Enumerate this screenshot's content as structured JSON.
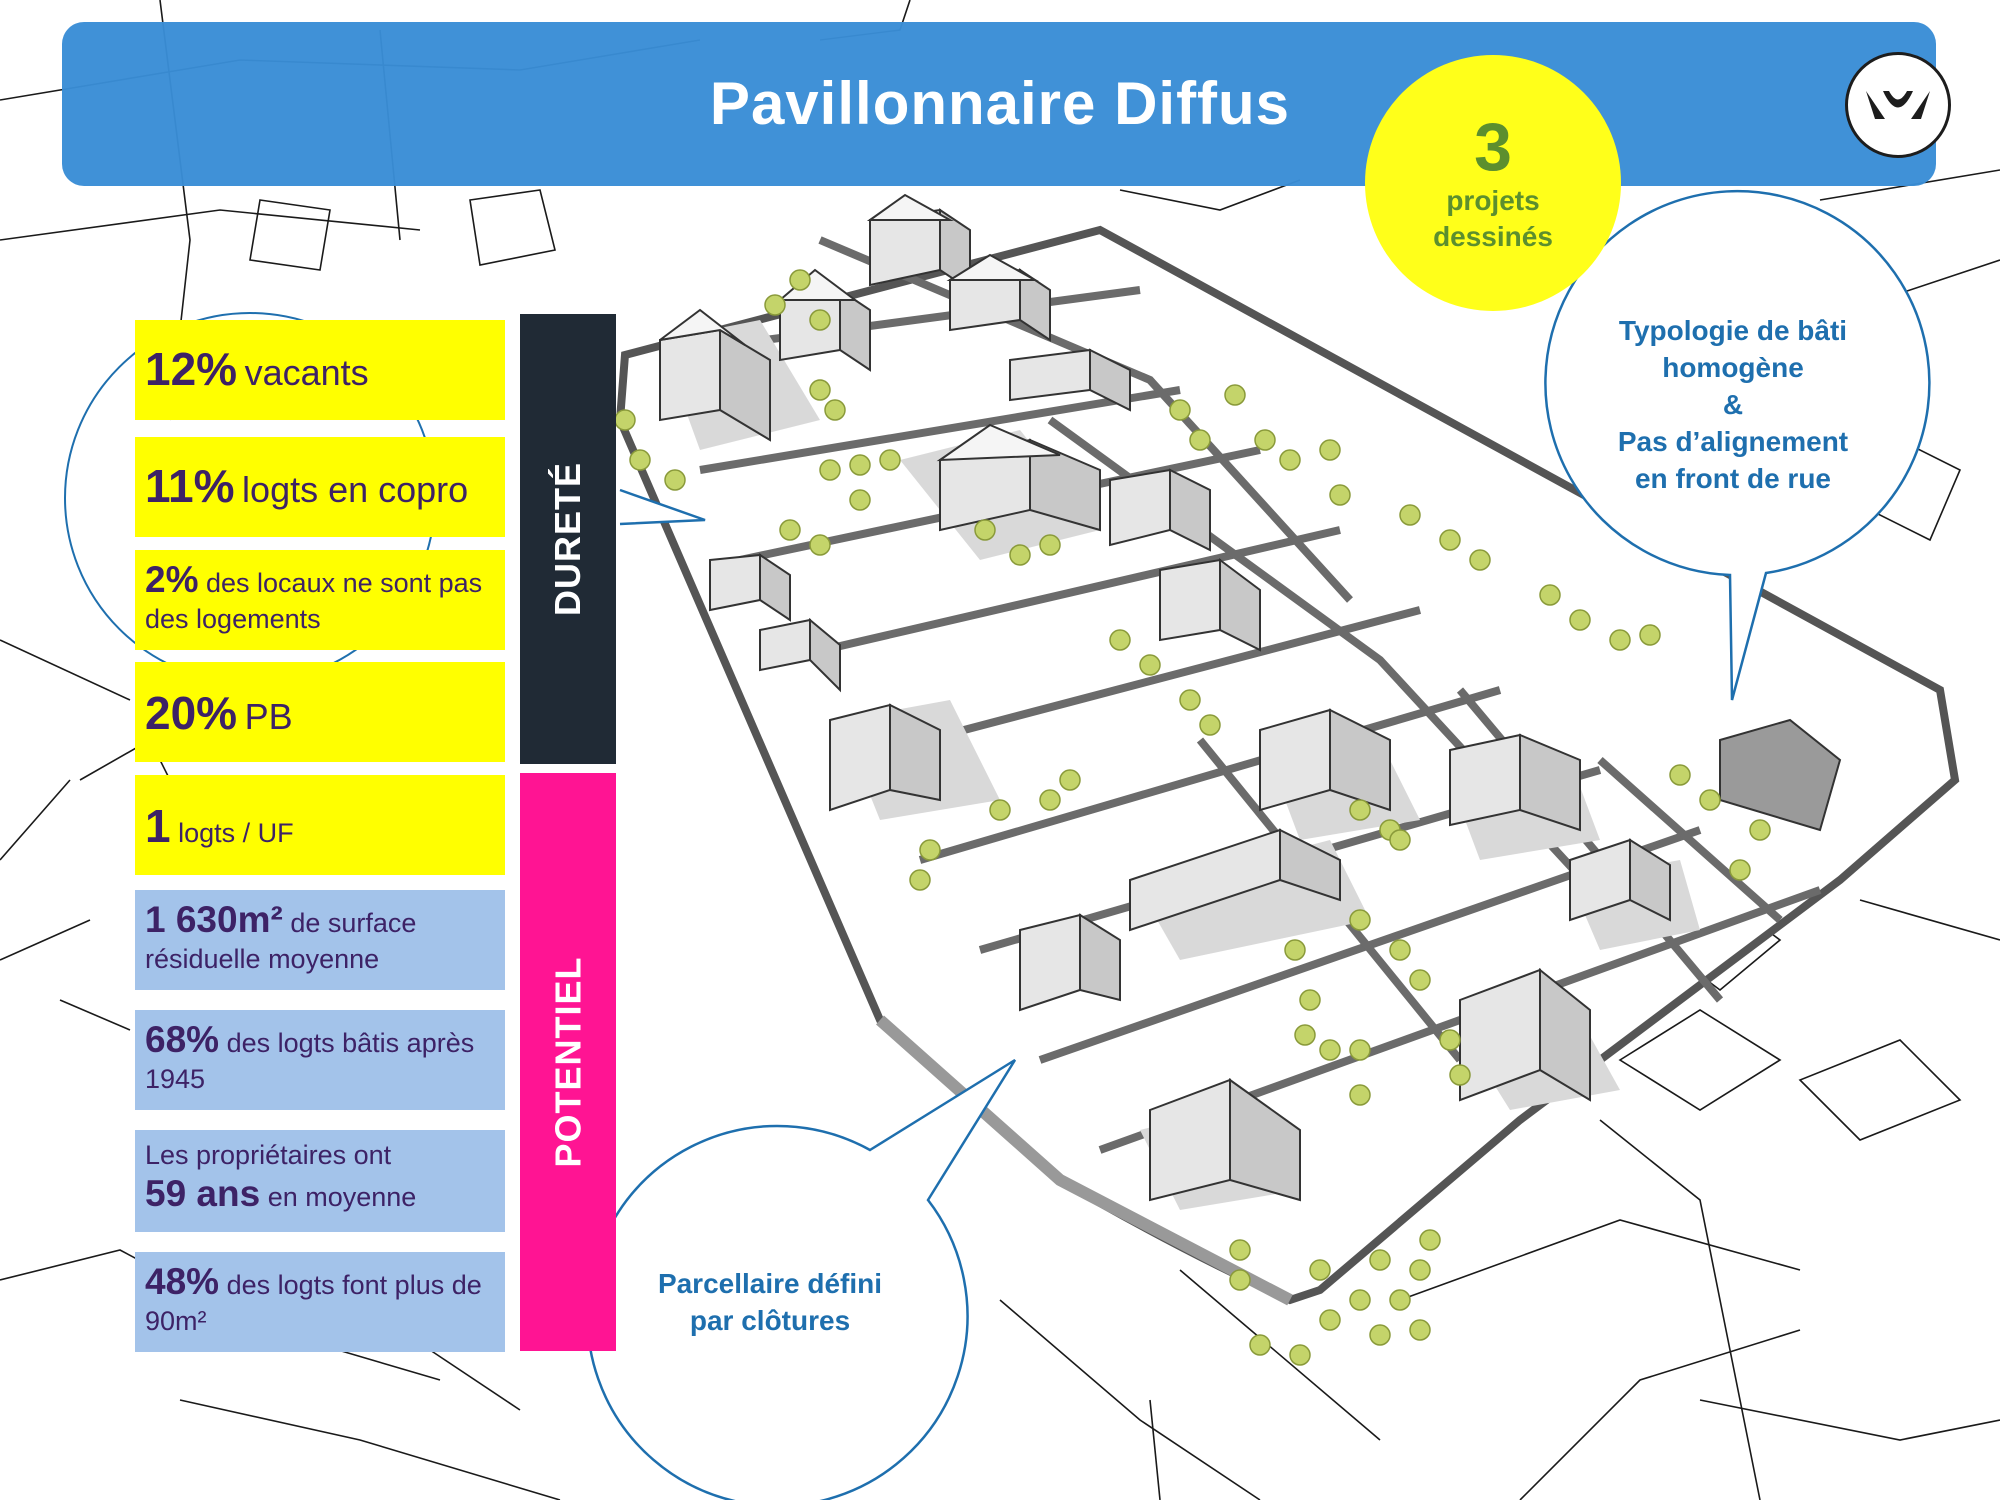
{
  "header": {
    "title": "Pavillonnaire Diffus"
  },
  "badge": {
    "number": "3",
    "line1": "projets",
    "line2": "dessinés"
  },
  "callouts": {
    "typologie": [
      "Typologie de bâti",
      "homogène",
      "&",
      "Pas d’alignement",
      "en front de rue"
    ],
    "parcellaire": [
      "Parcellaire défini",
      "par clôtures"
    ]
  },
  "sections": {
    "durete": "DURETÉ",
    "potentiel": "POTENTIEL"
  },
  "stats": {
    "vacants": {
      "value": "12%",
      "label": "vacants"
    },
    "copro": {
      "value": "11%",
      "label": "logts en copro"
    },
    "locaux": {
      "value": "2%",
      "label": "des locaux ne sont pas des logements"
    },
    "pb": {
      "value": "20%",
      "label": "PB"
    },
    "uf": {
      "value": "1",
      "label": "logts / UF"
    },
    "surface": {
      "value": "1 630m²",
      "label_a": "de surface",
      "label_b": "résiduelle moyenne"
    },
    "batis": {
      "value": "68%",
      "label_a": "des logts bâtis après",
      "label_b": "1945"
    },
    "proprio": {
      "label_a": "Les propriétaires ont",
      "value": "59 ans",
      "label_b": "en moyenne"
    },
    "grands": {
      "value": "48%",
      "label_a": "des logts font plus de",
      "label_b": "90m²"
    }
  },
  "colors": {
    "banner": "#3a8dd6",
    "badge": "#ffff1a",
    "yellow": "#ffff00",
    "blue": "#a3c3ea",
    "durete": "#202a35",
    "potentiel": "#ff1493",
    "callout": "#1e6fae",
    "stat_text": "#3d2266"
  }
}
